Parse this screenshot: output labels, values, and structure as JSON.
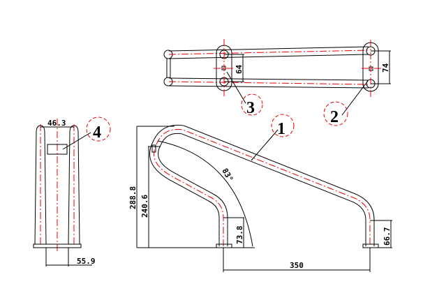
{
  "dimensions": {
    "total_height": "288.8",
    "inner_height": "240.6",
    "left_foot_height": "73.8",
    "right_foot_height": "66.7",
    "foot_spacing": "350",
    "angle": "83°",
    "top_width": "46.3",
    "base_width": "55.9",
    "left_plate_spacing": "64",
    "right_plate_spacing": "74"
  },
  "balloons": [
    "1",
    "2",
    "3",
    "4"
  ],
  "colors": {
    "line": "#000000",
    "centerline": "#e00000"
  }
}
